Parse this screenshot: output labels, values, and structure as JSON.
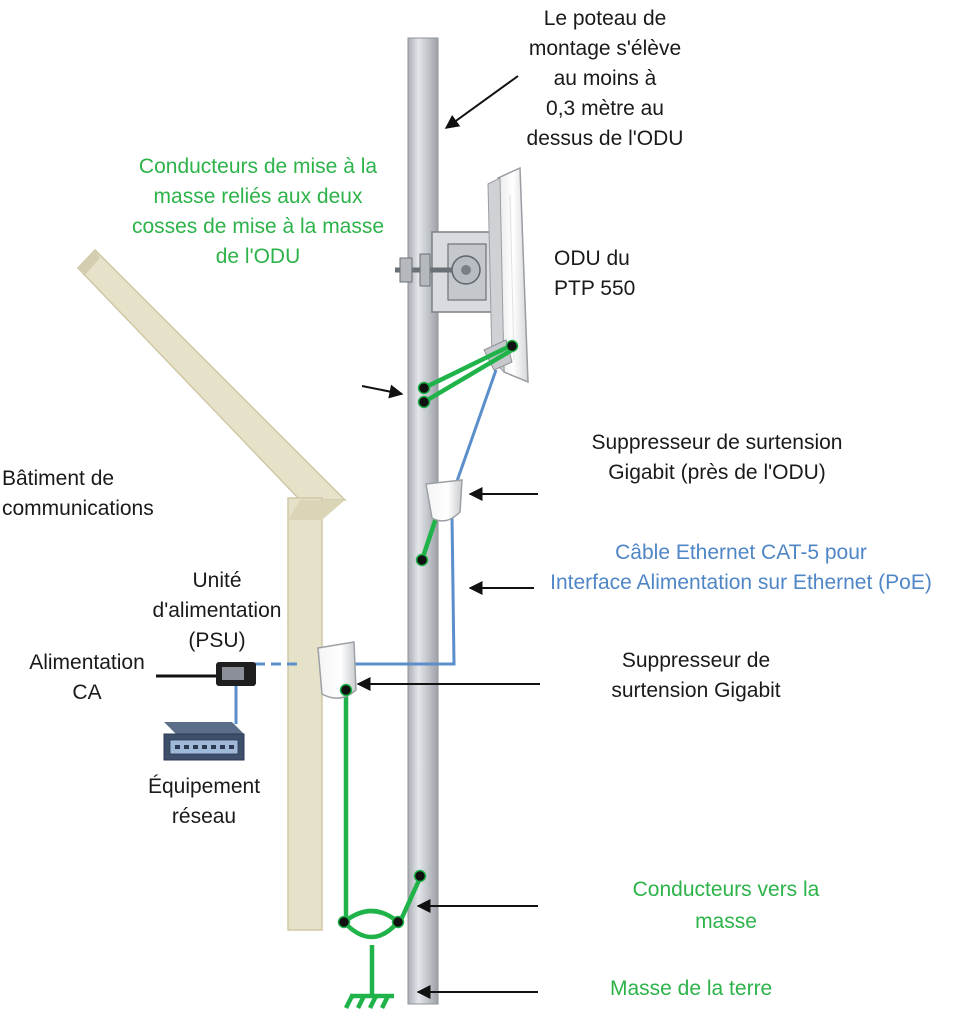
{
  "colors": {
    "ground": "#1fb34a",
    "ethernet": "#5b8fcb",
    "text": "#1a1a1a",
    "green_text": "#2db34a",
    "blue_text": "#4f86c6",
    "building": "#e6e1c9",
    "pole": "#c9ccd2"
  },
  "labels": {
    "pole_note": [
      "Le poteau de",
      "montage s'élève",
      "au moins à",
      "0,3 mètre au",
      "dessus de l'ODU"
    ],
    "ground_conductors_odu": [
      "Conducteurs de mise à la",
      "masse reliés aux deux",
      "cosses de mise à la masse",
      "de l'ODU"
    ],
    "odu": [
      "ODU du",
      "PTP 550"
    ],
    "surge_near_odu": [
      "Suppresseur de surtension",
      "Gigabit (près de l'ODU)"
    ],
    "building": [
      "Bâtiment de",
      "communications"
    ],
    "ethernet_cable": [
      "Câble Ethernet CAT-5 pour",
      "Interface Alimentation sur Ethernet (PoE)"
    ],
    "psu": [
      "Unité",
      "d'alimentation",
      "(PSU)"
    ],
    "ac_power": [
      "Alimentation",
      "CA"
    ],
    "surge_bottom": [
      "Suppresseur de",
      "surtension Gigabit"
    ],
    "network_equipment": [
      "Équipement",
      "réseau"
    ],
    "conductors_to_ground": [
      "Conducteurs vers la",
      "masse"
    ],
    "earth_ground": [
      "Masse de la terre"
    ]
  },
  "icons": [
    "odu-antenna",
    "surge-suppressor",
    "psu-box",
    "network-switch",
    "earth-ground-symbol"
  ]
}
